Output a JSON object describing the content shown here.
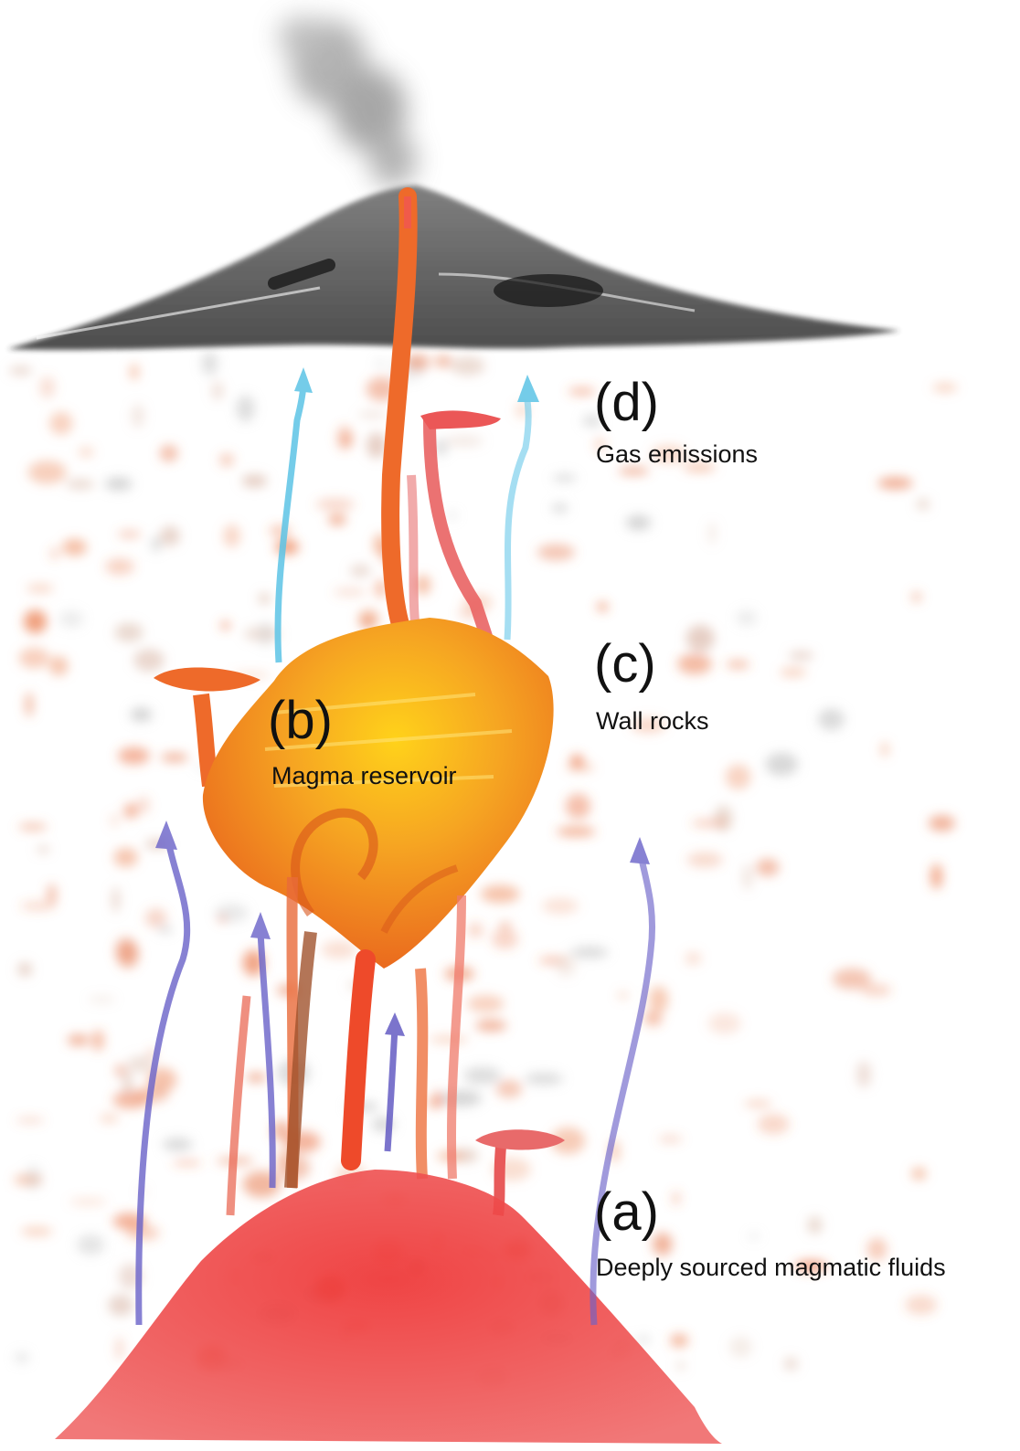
{
  "labels": {
    "a": {
      "letter": "(a)",
      "text": "Deeply sourced magmatic fluids"
    },
    "b": {
      "letter": "(b)",
      "text": "Magma reservoir"
    },
    "c": {
      "letter": "(c)",
      "text": "Wall rocks"
    },
    "d": {
      "letter": "(d)",
      "text": "Gas emissions"
    }
  },
  "colors": {
    "volcano": "#3a3a3a",
    "smoke": "#9a9a9a",
    "wall_rock": "#e8835a",
    "reservoir": "#f5a623",
    "deep_source": "#e83a32",
    "fluid_arrows": "#6a62c8",
    "gas_arrows": "#5cc3e6",
    "conduit": "#ee6a2a"
  }
}
